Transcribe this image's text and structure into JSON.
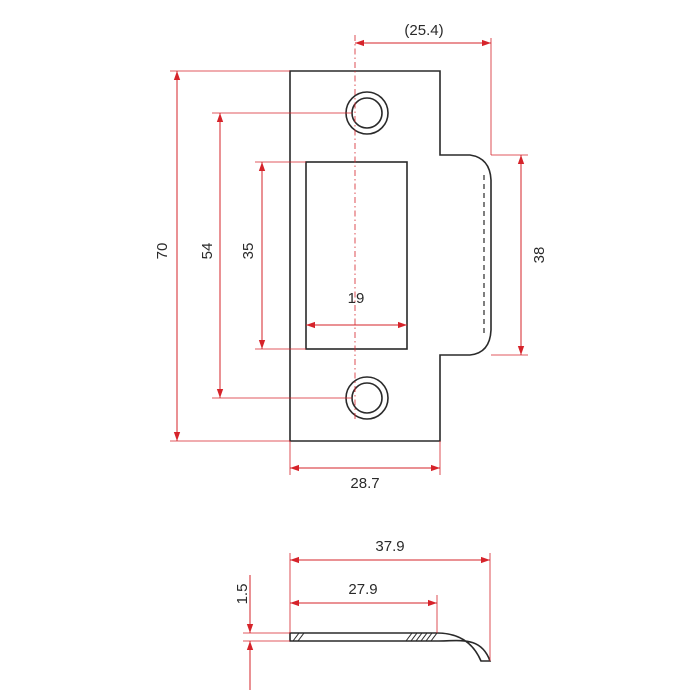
{
  "colors": {
    "part_outline": "#2a2a2a",
    "dimension_lines": "#d6232a",
    "background": "#ffffff"
  },
  "dimensions": {
    "overall_height": "70",
    "hole_centers": "54",
    "opening_height": "35",
    "opening_width": "19",
    "lip_height": "38",
    "hole_to_lip": "(25.4)",
    "plate_width": "28.7",
    "side_total_length": "37.9",
    "side_flat_length": "27.9",
    "thickness": "1.5"
  }
}
